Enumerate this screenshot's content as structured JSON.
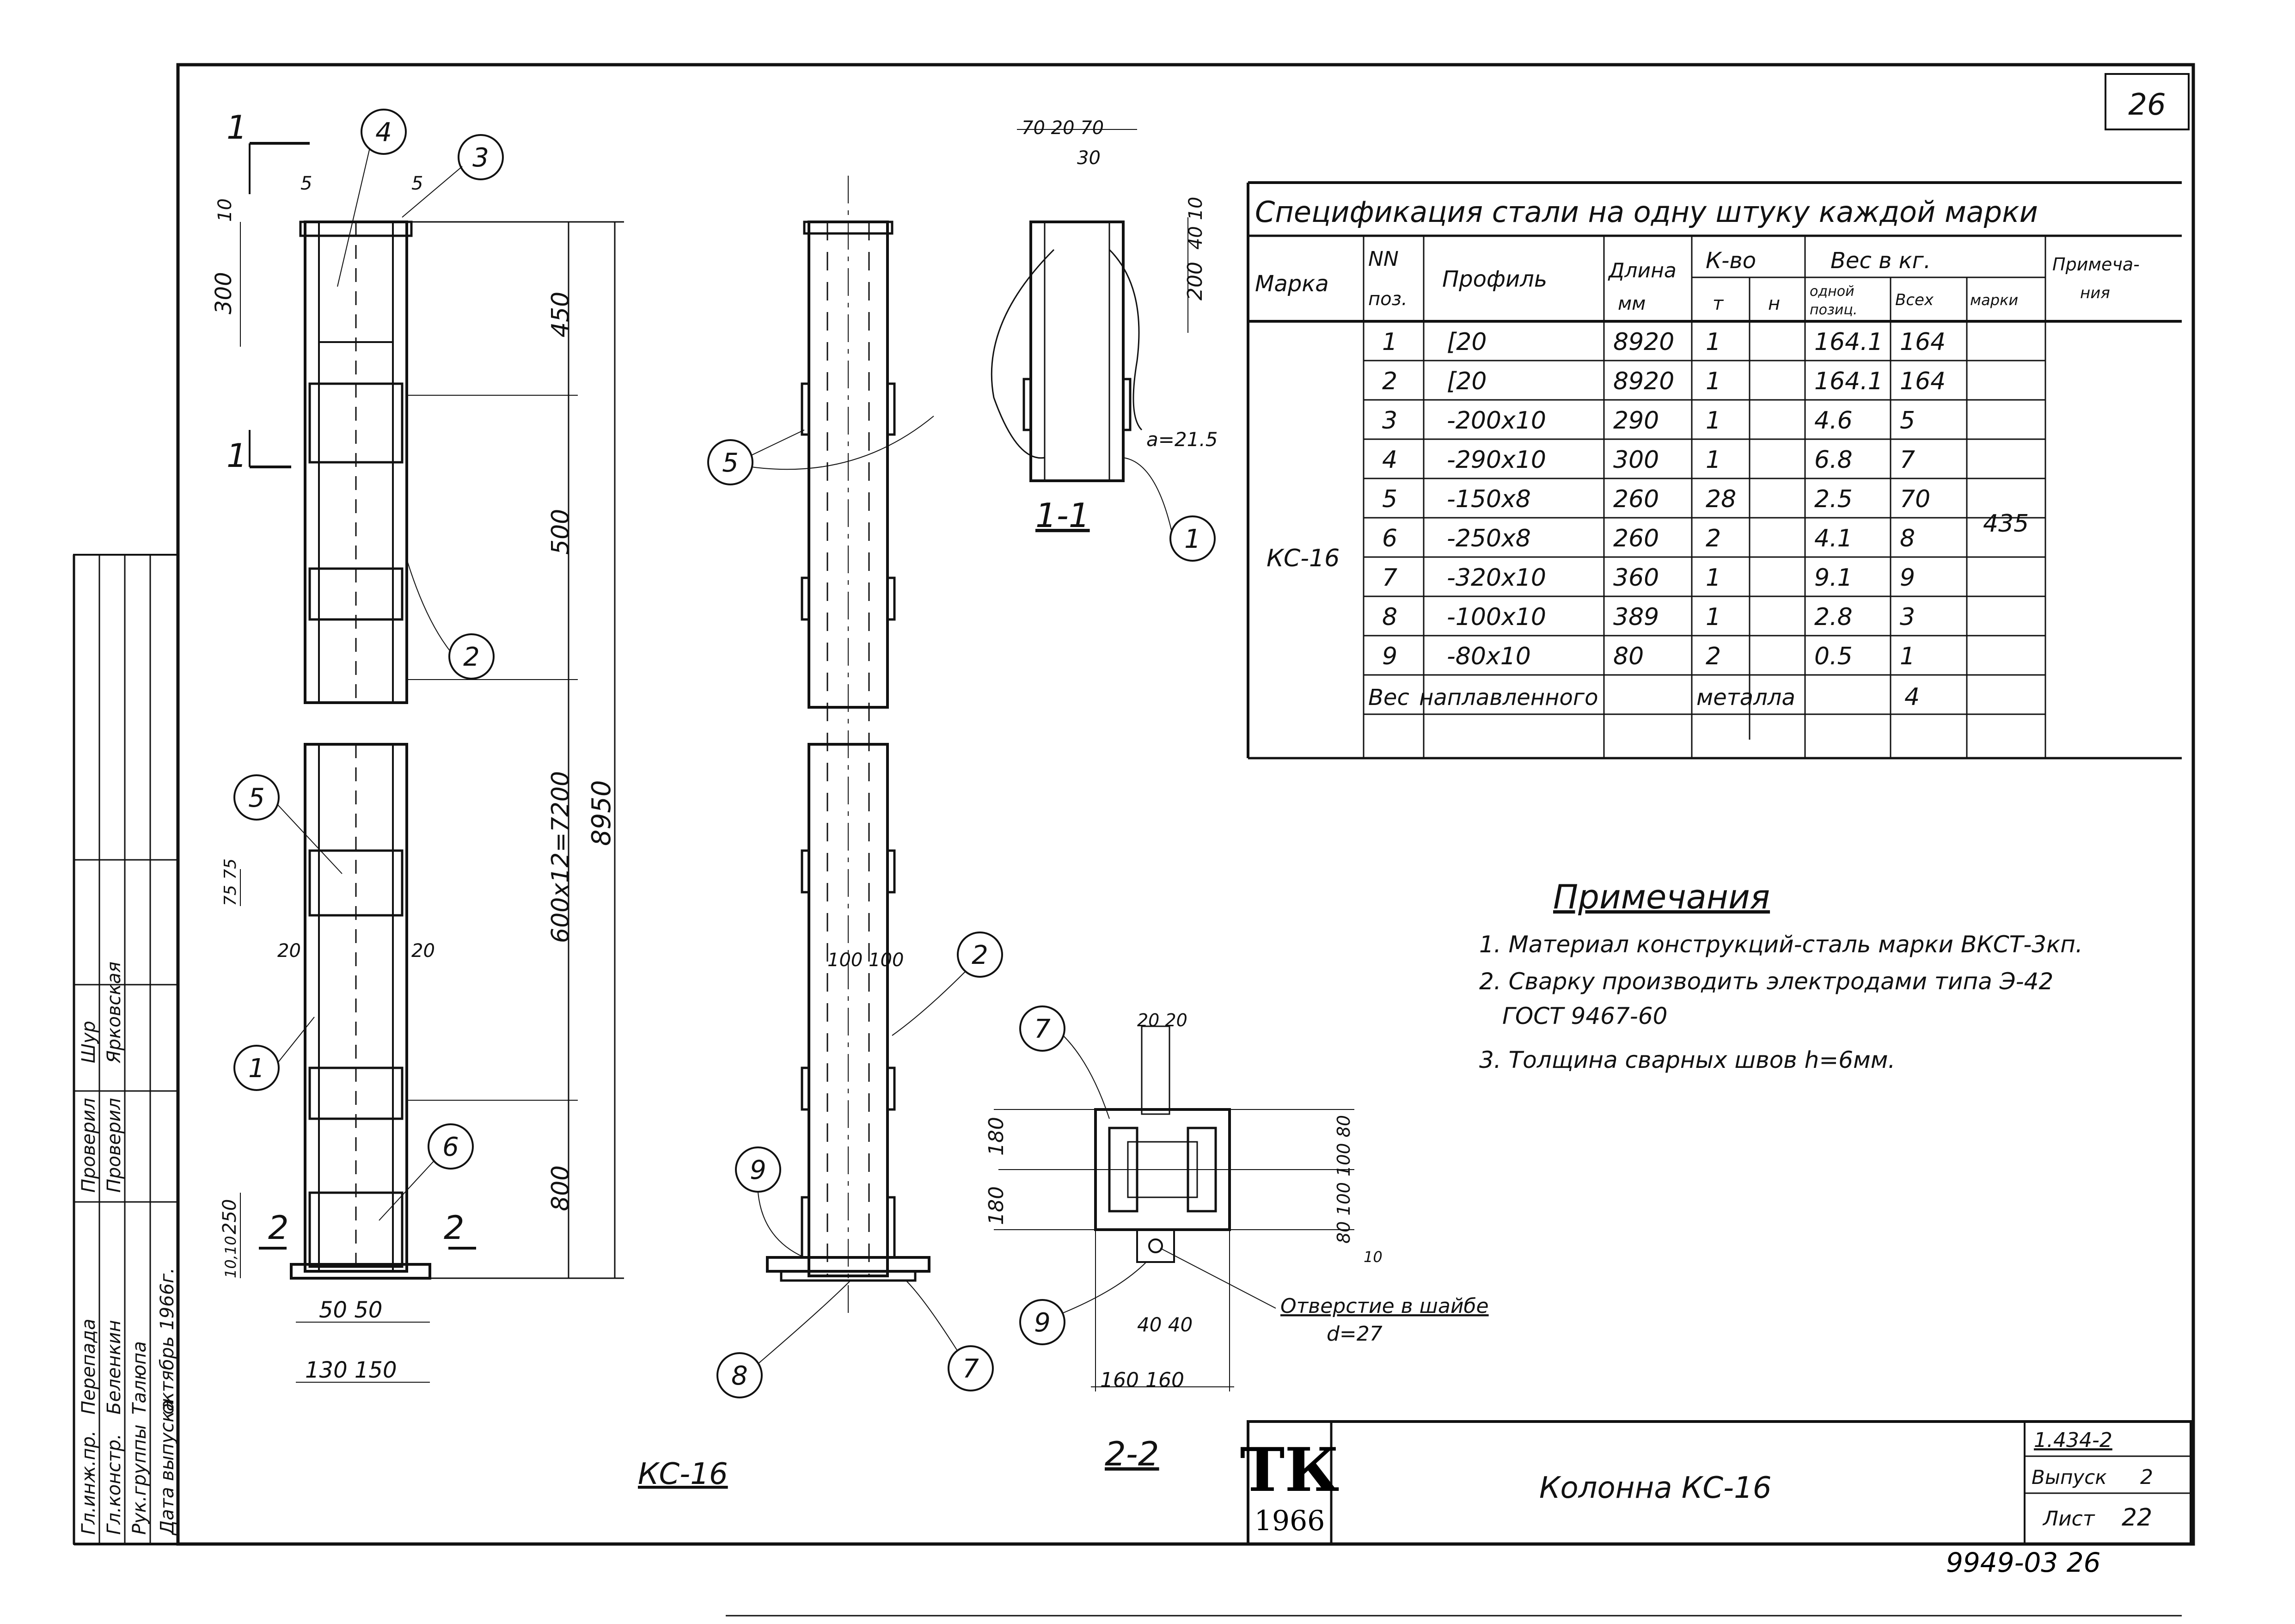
{
  "sheet_number": "26",
  "spec_table": {
    "title": "Спецификация стали на одну штуку каждой марки",
    "headers": {
      "mark": "Марка",
      "pos_no": [
        "NN",
        "поз."
      ],
      "profile": "Профиль",
      "length": [
        "Длина",
        "мм"
      ],
      "qty": "К-во",
      "qty_t": "т",
      "qty_n": "н",
      "weight": "Вес в кг.",
      "weight_one": [
        "одной",
        "позиц."
      ],
      "weight_all": "Всех",
      "weight_mark": "марки",
      "note": [
        "Примеча-",
        "ния"
      ]
    },
    "mark_value": "КС-16",
    "mark_weight": "435",
    "rows": [
      {
        "pos": "1",
        "profile": "[20",
        "length": "8920",
        "qty_t": "1",
        "w_one": "164.1",
        "w_all": "164"
      },
      {
        "pos": "2",
        "profile": "[20",
        "length": "8920",
        "qty_t": "1",
        "w_one": "164.1",
        "w_all": "164"
      },
      {
        "pos": "3",
        "profile": "-200x10",
        "length": "290",
        "qty_t": "1",
        "w_one": "4.6",
        "w_all": "5"
      },
      {
        "pos": "4",
        "profile": "-290x10",
        "length": "300",
        "qty_t": "1",
        "w_one": "6.8",
        "w_all": "7"
      },
      {
        "pos": "5",
        "profile": "-150x8",
        "length": "260",
        "qty_t": "28",
        "w_one": "2.5",
        "w_all": "70"
      },
      {
        "pos": "6",
        "profile": "-250x8",
        "length": "260",
        "qty_t": "2",
        "w_one": "4.1",
        "w_all": "8"
      },
      {
        "pos": "7",
        "profile": "-320x10",
        "length": "360",
        "qty_t": "1",
        "w_one": "9.1",
        "w_all": "9"
      },
      {
        "pos": "8",
        "profile": "-100x10",
        "length": "389",
        "qty_t": "1",
        "w_one": "2.8",
        "w_all": "3"
      },
      {
        "pos": "9",
        "profile": "-80x10",
        "length": "80",
        "qty_t": "2",
        "w_one": "0.5",
        "w_all": "1"
      }
    ],
    "weld_row": {
      "a": "Вес",
      "b": "наплавленного",
      "c": "металла",
      "value": "4"
    }
  },
  "notes": {
    "title": "Примечания",
    "items": [
      "1. Материал конструкций-сталь марки ВКСТ-3кп.",
      "2. Сварку производить электродами типа Э-42",
      "ГОСТ 9467-60",
      "3. Толщина сварных швов h=6мм."
    ]
  },
  "views": {
    "main_label": "КС-16",
    "section_1": "1-1",
    "section_2": "2-2",
    "section_mark_1": "1",
    "section_mark_2": "2"
  },
  "dimensions": {
    "top_5_left": "5",
    "top_5_right": "5",
    "d10": "10",
    "d300": "300",
    "d450": "450",
    "d500": "500",
    "d600": "600x12=7200",
    "d8950": "8950",
    "d800": "800",
    "d75": "75 75",
    "d20_left": "20",
    "d20_right": "20",
    "d250": "250",
    "d10_10": "10,10",
    "d50_50": "50 50",
    "d130_150": "130 150",
    "s1_top": "70 20 70",
    "s1_30": "30",
    "s1_40": "40 10",
    "s1_200": "200",
    "s1_weld": "a=21.5",
    "mid_100": "100 100",
    "s2_20": "20 20",
    "s2_180a": "180",
    "s2_180b": "180",
    "s2_right": "80 100 100 80",
    "s2_40": "40 40",
    "s2_160": "160 160",
    "s2_10": "10",
    "hole": "Отверстие в шайбе",
    "hole_d": "d=27"
  },
  "callouts": [
    "1",
    "2",
    "3",
    "4",
    "5",
    "6",
    "7",
    "8",
    "9"
  ],
  "title_block": {
    "logo_letters": "ТК",
    "logo_year": "1966",
    "drawing_title": "Колонна КС-16",
    "series": "1.434-2",
    "issue_label": "Выпуск",
    "issue_value": "2",
    "sheet_label": "Лист",
    "sheet_value": "22",
    "inventory": "9949-03  26"
  },
  "side_stamp": [
    {
      "role": "Гл.инж.пр.",
      "name": "Перепада"
    },
    {
      "role": "Гл.констр.",
      "name": "Беленкин"
    },
    {
      "role": "Рук.группы",
      "name": "Талюпа"
    },
    {
      "role": "Дата выпуска",
      "name": "октябрь 1966г."
    },
    {
      "role": "Проверил",
      "name": "Шур"
    },
    {
      "role": "Проверил",
      "name": "Ярковская"
    }
  ]
}
